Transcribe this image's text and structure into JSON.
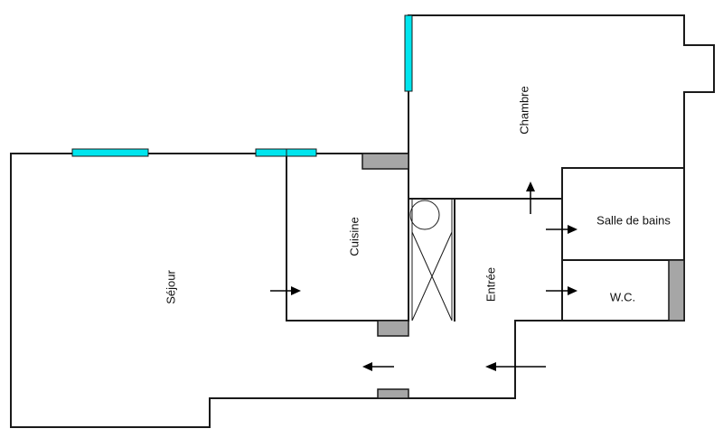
{
  "plan": {
    "rooms": {
      "chambre": "Chambre",
      "cuisine": "Cuisine",
      "sejour": "Séjour",
      "entree": "Entrée",
      "salle_de_bains": "Salle de bains",
      "wc": "W.C."
    },
    "colors": {
      "window": "#00e5ee",
      "fixed_block": "#a6a6a6",
      "wall": "#1a1a1a"
    }
  }
}
